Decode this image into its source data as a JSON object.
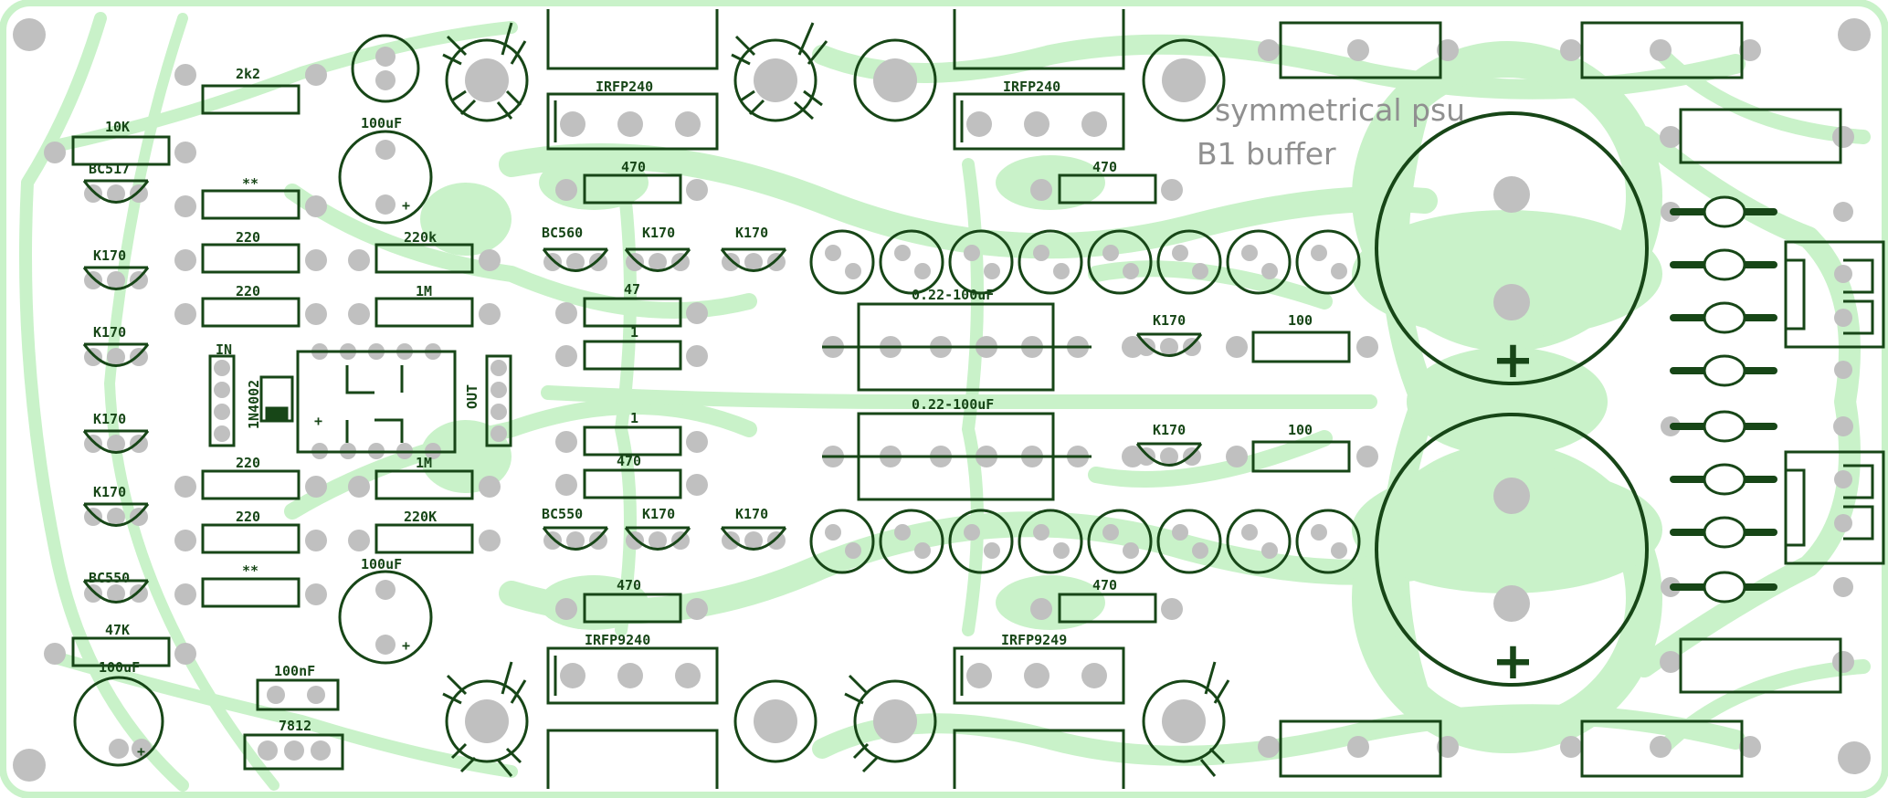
{
  "colors": {
    "background": "#ffffff",
    "copper": "#c9f2c9",
    "silk": "#174617",
    "pad": "#c0c0c0"
  },
  "board": {
    "title_line1": "symmetrical psu",
    "title_line2": "B1 buffer"
  },
  "labels": {
    "r_2k2": "2k2",
    "r_10k": "10K",
    "q_bc517": "BC517",
    "r_star_top": "**",
    "r_220_a": "220",
    "r_220k_top": "220k",
    "r_220_b": "220",
    "r_1m_top": "1M",
    "c_100uf_top": "100uF",
    "k170_l1": "K170",
    "k170_l2": "K170",
    "k170_l3": "K170",
    "k170_l4": "K170",
    "in_label": "IN",
    "d_1n4002": "1N4002",
    "out_label": "OUT",
    "r_220_c": "220",
    "r_1m_bot": "1M",
    "r_220_d": "220",
    "r_220k_bot": "220K",
    "r_star_bot": "**",
    "q_bc550_left": "BC550",
    "r_47k": "47K",
    "c_100uf_mid": "100uF",
    "c_100uf_bot": "100uF",
    "c_100nf": "100nF",
    "reg_7812": "7812",
    "mos_irfp240_a": "IRFP240",
    "mos_irfp240_b": "IRFP240",
    "r_470_a": "470",
    "r_470_b": "470",
    "q_bc560": "BC560",
    "k170_c1": "K170",
    "k170_c2": "K170",
    "r_47": "47",
    "r_1_a": "1",
    "r_1_b": "1",
    "r_470_c": "470",
    "q_bc550_mid": "BC550",
    "k170_c3": "K170",
    "k170_c4": "K170",
    "r_470_d": "470",
    "r_470_e": "470",
    "cap_022_top": "0.22-100uF",
    "cap_022_bot": "0.22-100uF",
    "k170_r1": "K170",
    "k170_r2": "K170",
    "r_100_a": "100",
    "r_100_b": "100",
    "mos_irfp9240": "IRFP9240",
    "mos_irfp9249": "IRFP9249",
    "big_cap_plus_top": "+",
    "big_cap_plus_bot": "+",
    "plus_small": "+",
    "plus_cap_top": "+",
    "plus_cap_mid": "+",
    "plus_cap_bot": "+"
  }
}
